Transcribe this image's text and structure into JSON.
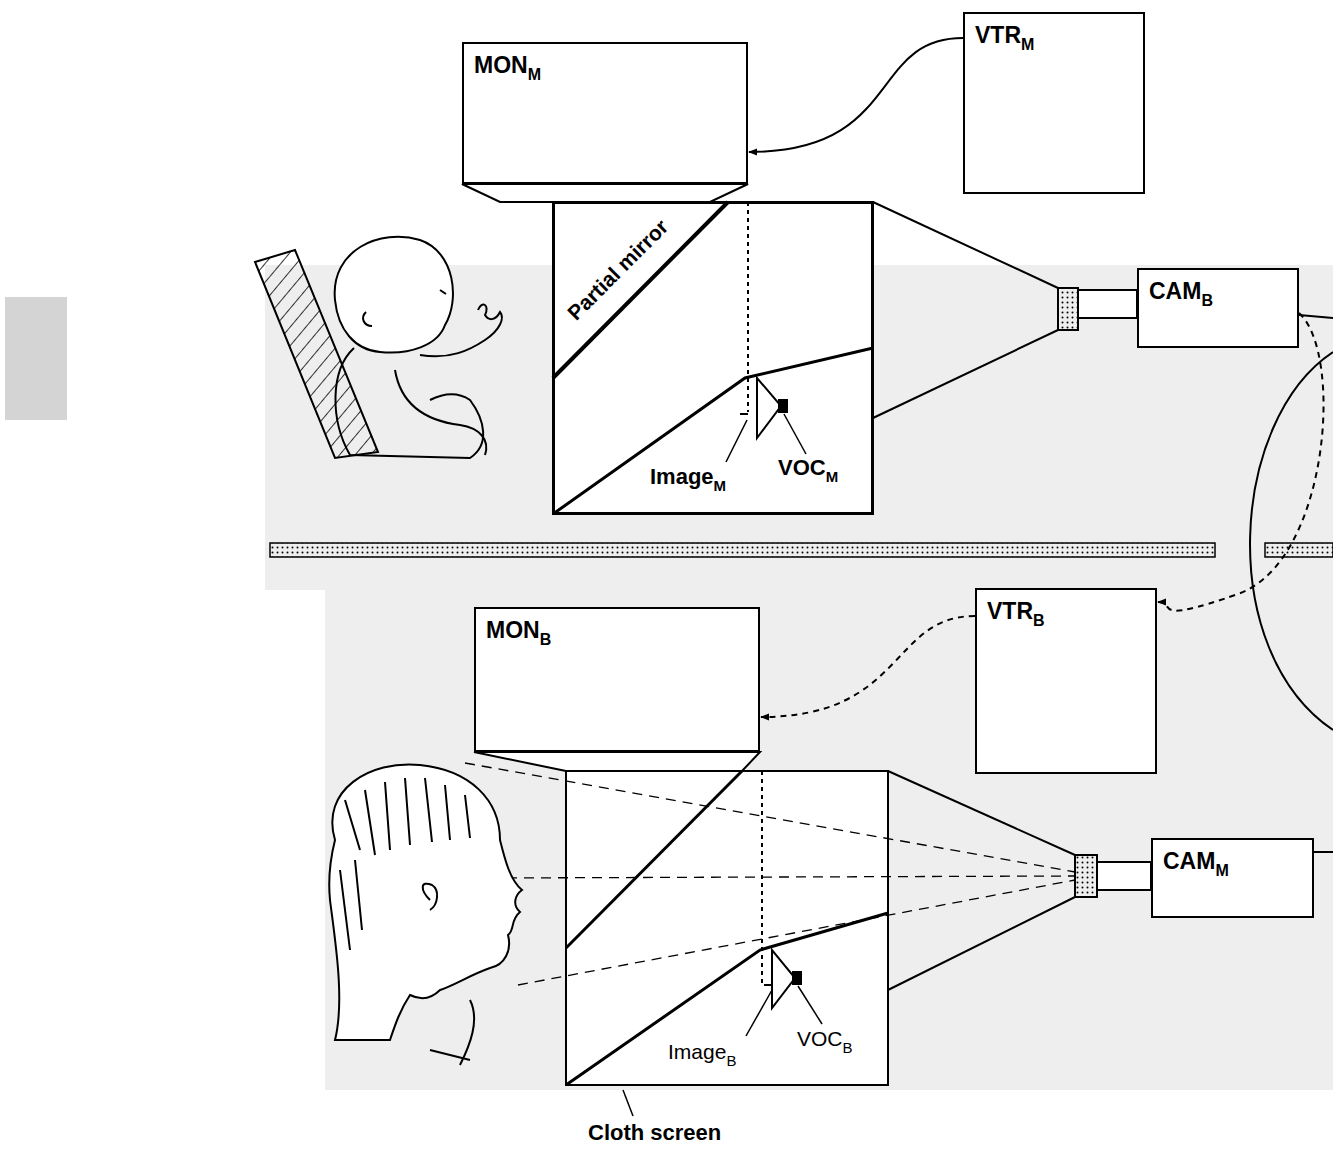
{
  "diagram": {
    "nodes": [
      {
        "text": [
          "MON",
          "M"
        ]
      },
      {
        "text": [
          "VTR",
          "M"
        ]
      },
      {
        "text": [
          "Partial mirror"
        ]
      },
      {
        "text": [
          "CAM",
          "B"
        ]
      },
      {
        "text": [
          "VTR",
          "B"
        ]
      },
      {
        "text": [
          "MON",
          "B"
        ]
      },
      {
        "text": [
          "CAM",
          "M"
        ]
      }
    ],
    "edges": [
      {
        "from": 1,
        "to": 0,
        "arrow": "to"
      },
      {
        "from": 3,
        "to": 4,
        "arrow": "to"
      },
      {
        "from": 4,
        "to": 5,
        "arrow": "to"
      }
    ],
    "labels": [
      "Image",
      "M",
      "VOC",
      "M",
      "Image",
      "B",
      "VOC",
      "B",
      "Cloth screen"
    ]
  }
}
